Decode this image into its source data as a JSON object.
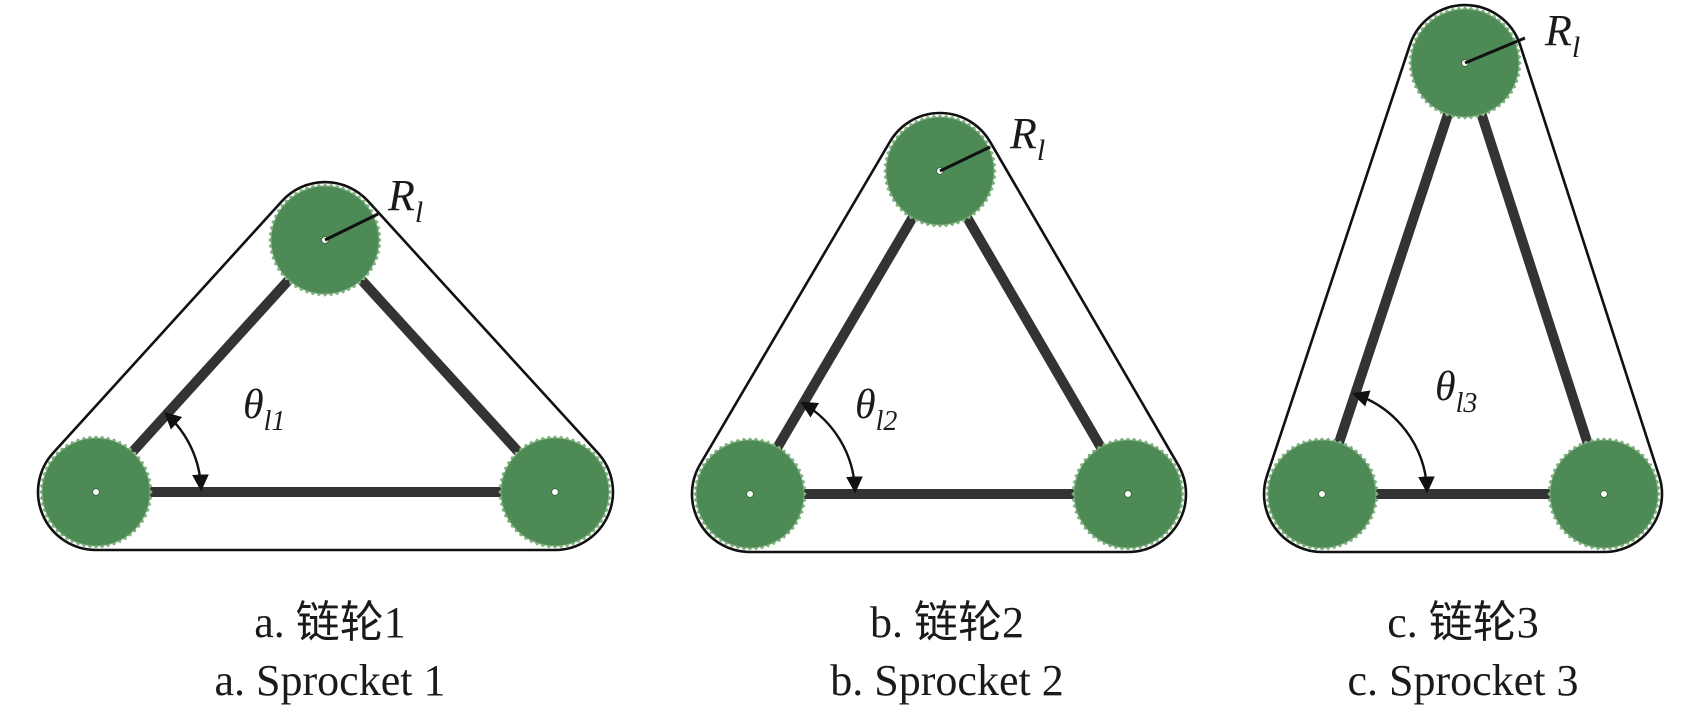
{
  "colors": {
    "sprocket": "#4e8a56",
    "frame": "#333333",
    "belt": "#111111",
    "hub": "#ffffff"
  },
  "panels": [
    {
      "radius_symbol": "R",
      "radius_sub": "l",
      "angle_symbol": "θ",
      "angle_sub": "l1",
      "caption_cn": "a. 链轮1",
      "caption_en": "a. Sprocket 1"
    },
    {
      "radius_symbol": "R",
      "radius_sub": "l",
      "angle_symbol": "θ",
      "angle_sub": "l2",
      "caption_cn": "b. 链轮2",
      "caption_en": "b. Sprocket 2"
    },
    {
      "radius_symbol": "R",
      "radius_sub": "l",
      "angle_symbol": "θ",
      "angle_sub": "l3",
      "caption_cn": "c. 链轮3",
      "caption_en": "c. Sprocket 3"
    }
  ]
}
